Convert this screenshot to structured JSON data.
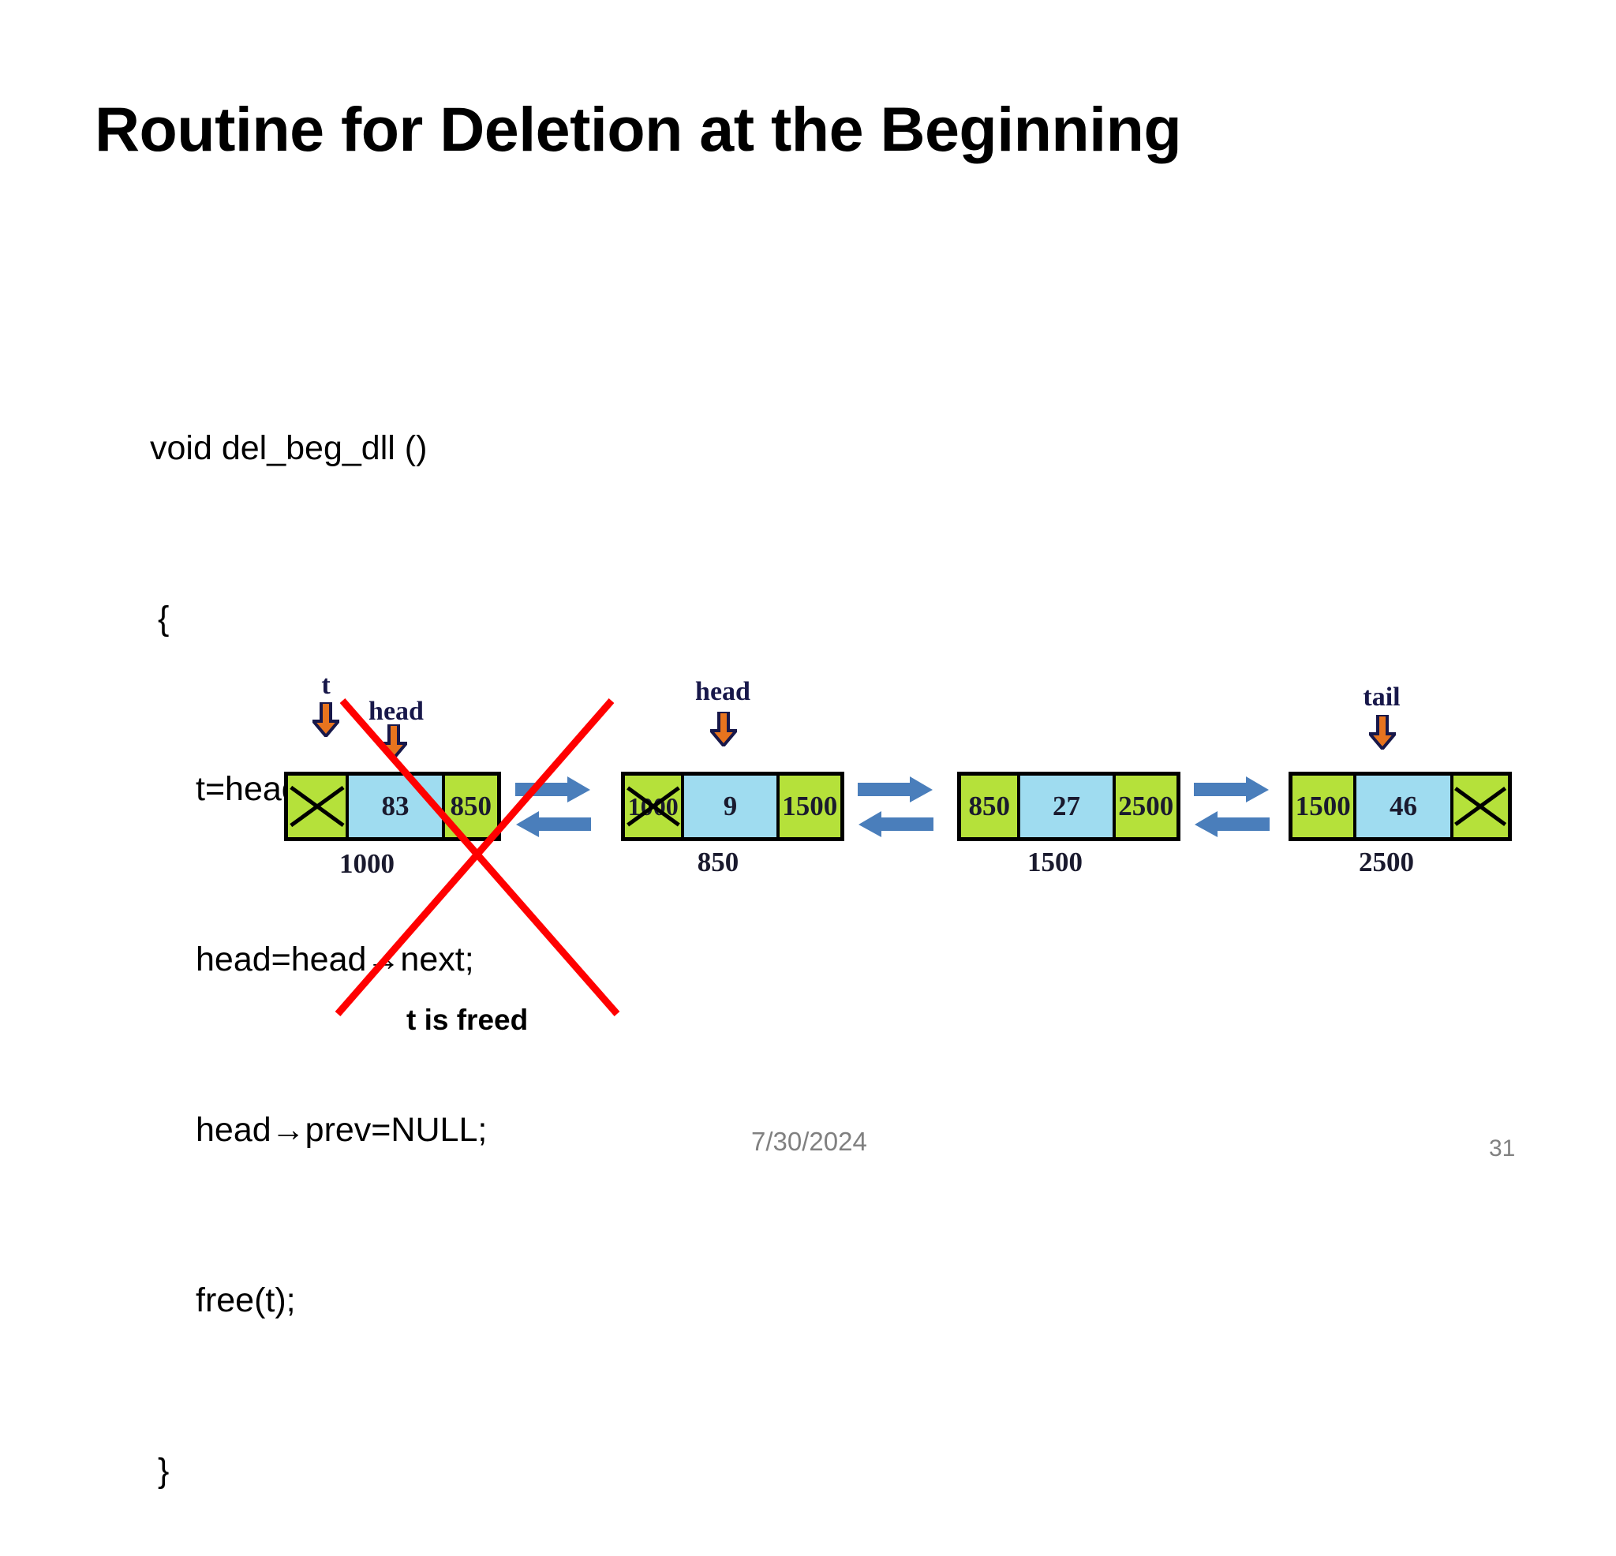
{
  "slide": {
    "title": "Routine for Deletion at the Beginning",
    "background_color": "#ffffff"
  },
  "code": {
    "lines": [
      "void del_beg_dll ()",
      " {",
      "    t=head;",
      "    head→next;",
      "    head→prev=NULL;",
      "    free(t);",
      " }"
    ],
    "line_1": "void del_beg_dll ()",
    "line_2": "{",
    "line_3": "t=head;",
    "line_4": "head=head→next;",
    "line_5": "head→prev=NULL;",
    "line_6": "free(t);",
    "line_7": "}"
  },
  "diagram": {
    "caption": "t is freed",
    "colors": {
      "pointer_cell": "#b5e13a",
      "data_cell": "#9fdcf0",
      "node_border": "#000000",
      "link_arrow": "#4a7ebb",
      "pointer_arrow_fill": "#e8741e",
      "pointer_arrow_outline": "#18184a",
      "strikethrough": "#ff0000",
      "label_text": "#18184a"
    },
    "nodes": [
      {
        "id": "node-1",
        "prev": "X",
        "prev_is_null": true,
        "data": "83",
        "next": "850",
        "address": "1000",
        "pointer_labels": [
          "t",
          "head"
        ],
        "deleted": true
      },
      {
        "id": "node-2",
        "prev": "1000",
        "prev_crossed_out": true,
        "data": "9",
        "next": "1500",
        "address": "850",
        "pointer_labels": [
          "head"
        ],
        "deleted": false
      },
      {
        "id": "node-3",
        "prev": "850",
        "data": "27",
        "next": "2500",
        "address": "1500",
        "pointer_labels": [],
        "deleted": false
      },
      {
        "id": "node-4",
        "prev": "1500",
        "data": "46",
        "next": "X",
        "next_is_null": true,
        "address": "2500",
        "pointer_labels": [
          "tail"
        ],
        "deleted": false
      }
    ],
    "pointer_label_t": "t",
    "pointer_label_head_1": "head",
    "pointer_label_head_2": "head",
    "pointer_label_tail": "tail"
  },
  "footer": {
    "date": "7/30/2024",
    "slide_number": "31"
  }
}
